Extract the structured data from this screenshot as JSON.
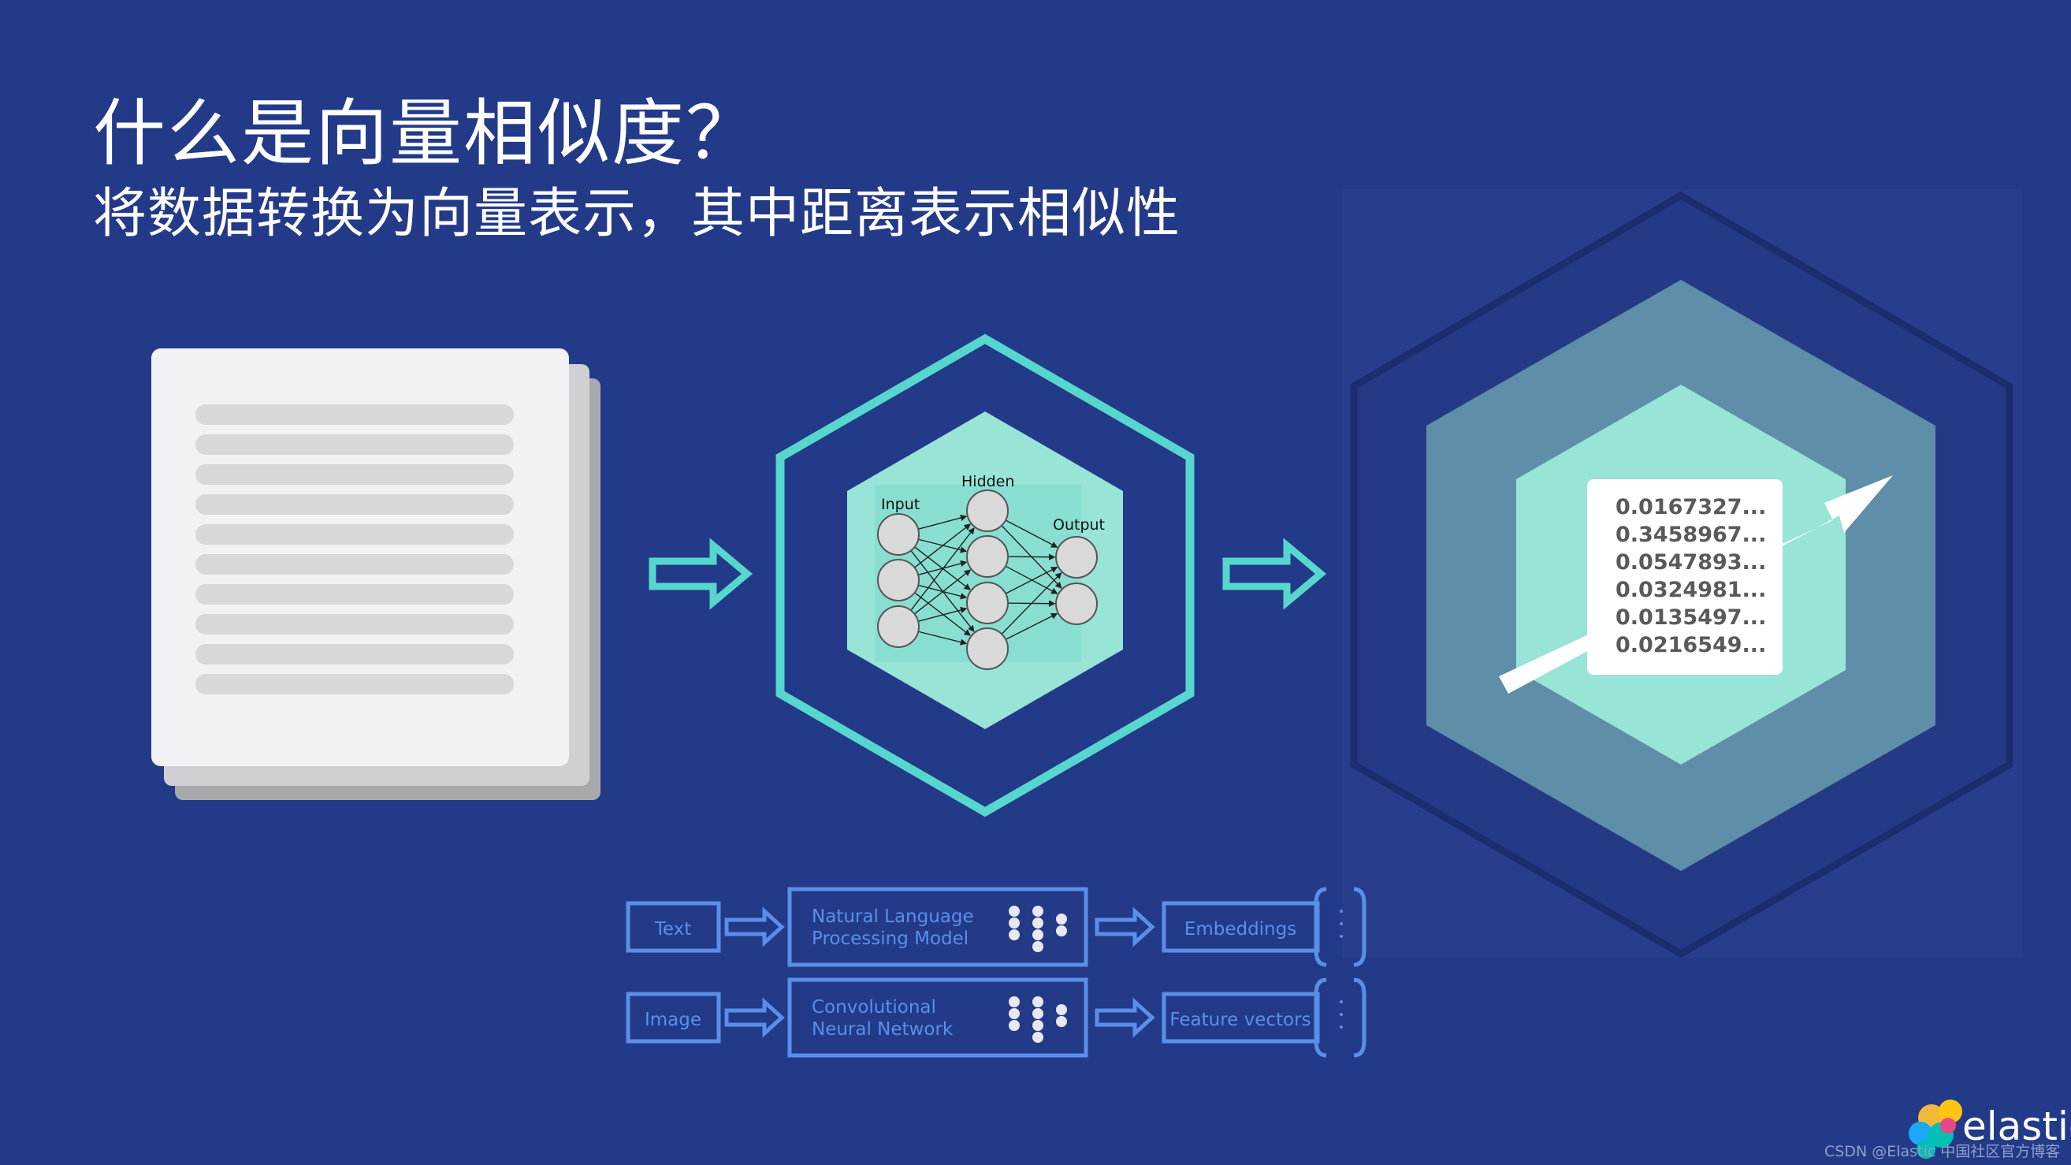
{
  "title": "什么是向量相似度？",
  "subtitle": "将数据转换为向量表示，其中距离表示相似性",
  "network": {
    "hidden_label": "Hidden",
    "input_label": "Input",
    "output_label": "Output"
  },
  "vector_values": [
    "0.0167327...",
    "0.3458967...",
    "0.0547893...",
    "0.0324981...",
    "0.0135497...",
    "0.0216549..."
  ],
  "pipelines": [
    {
      "input": "Text",
      "model_line1": "Natural Language",
      "model_line2": "Processing Model",
      "output": "Embeddings"
    },
    {
      "input": "Image",
      "model_line1": "Convolutional",
      "model_line2": "Neural Network",
      "output": "Feature vectors"
    }
  ],
  "logo": {
    "text": "elastic"
  },
  "credit": "CSDN @Elastic 中国社区官方博客",
  "colors": {
    "background": "#233a89",
    "teal": "#56d6cd",
    "light_teal": "#98e4d7",
    "slate": "#5f8ea8",
    "navy_hex": "#1f347f",
    "box_blue": "#5a8fe8",
    "white": "#ffffff"
  }
}
